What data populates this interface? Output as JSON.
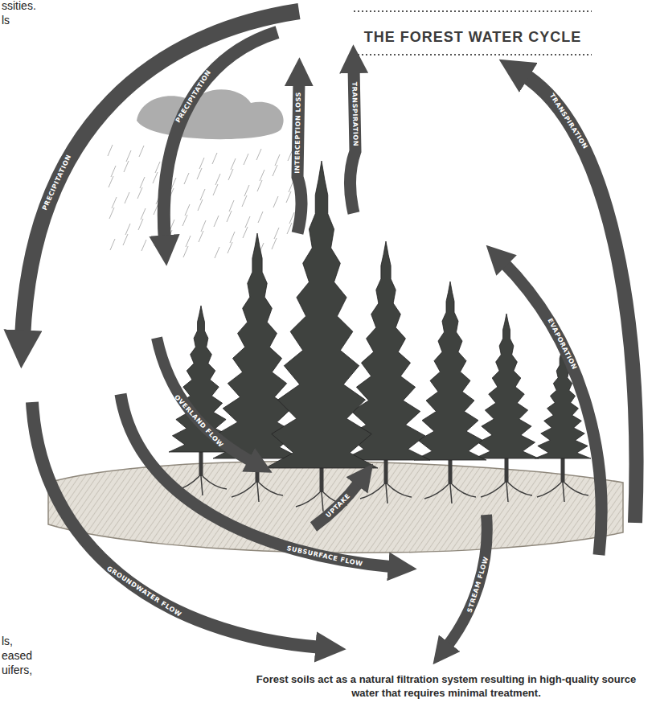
{
  "diagram": {
    "title": "THE FOREST WATER CYCLE",
    "caption": "Forest soils act as a natural filtration system resulting in high-quality source water that requires minimal treatment.",
    "labels": [
      "ssities.",
      "ls",
      "PRECIPITATION",
      "PRECIPITATION",
      "INTERCEPTION LOSS",
      "TRANSPIRATION",
      "TRANSPIRATION",
      "EVAPORATION",
      "OVERLAND FLOW",
      "UPTAKE",
      "SUBSURFACE FLOW",
      "STREAM FLOW",
      "GROUNDWATER FLOW",
      "ls,",
      "eased",
      "uifers,"
    ]
  }
}
